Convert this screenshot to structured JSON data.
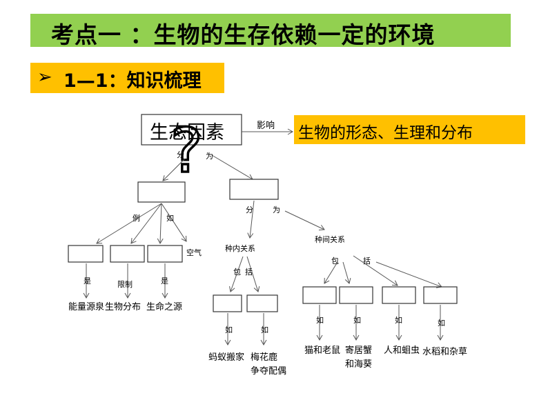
{
  "title": "考点一 ：生物的生存依赖一定的环境",
  "subtitle": {
    "arrow": "➢",
    "text": "1—1：知识梳理"
  },
  "root": {
    "label": "生态因素",
    "question_mark": "?"
  },
  "influence_label": "影响",
  "result": "生物的形态、生理和分布",
  "edges": {
    "root_split_fen": "分",
    "root_split_wei": "为",
    "abiotic_li": "例",
    "abiotic_ru": "如",
    "biotic_fen": "分",
    "biotic_wei": "为",
    "intra_bao": "包",
    "intra_kuo": "括",
    "inter_bao": "包",
    "inter_kuo": "括"
  },
  "abiotic": {
    "air": "空气",
    "links": [
      "是",
      "限制",
      "是"
    ],
    "outcomes": [
      "能量源泉",
      "生物分布",
      "生命之源"
    ]
  },
  "biotic": {
    "intraspecific": "种内关系",
    "interspecific": "种间关系",
    "intra_example_label": [
      "如",
      "如"
    ],
    "intra_examples": [
      "蚂蚁搬家",
      "梅花鹿",
      "争夺配偶"
    ],
    "inter_example_label": [
      "如",
      "如",
      "如",
      "如"
    ],
    "inter_examples": [
      "猫和老鼠",
      "寄居蟹",
      "和海葵",
      "人和蛔虫",
      "水稻和杂草"
    ]
  }
}
